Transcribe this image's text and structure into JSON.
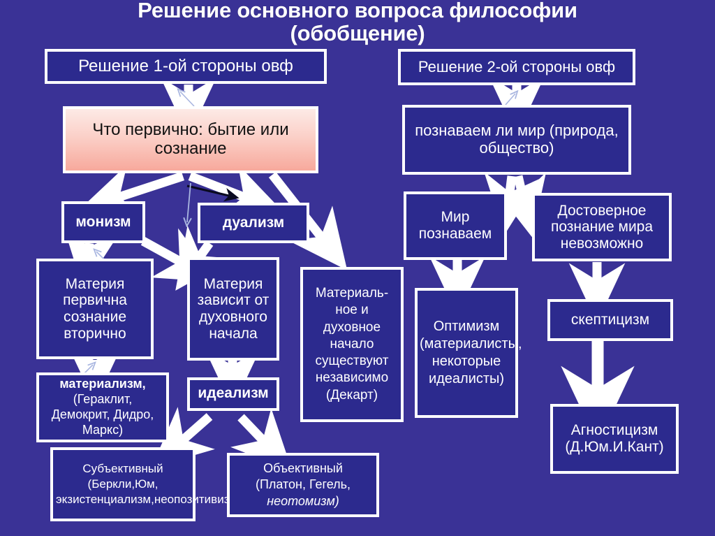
{
  "slide": {
    "background_color": "#3a3296",
    "box_fill_color": "#2c2a8e",
    "box_border_color": "#ffffff",
    "highlight_box_gradient": [
      "#fdeae6",
      "#f7a99c"
    ],
    "title_line1": "Решение основного вопроса философии",
    "title_line2": "(обобщение)"
  },
  "nodes": {
    "left_root": "Решение 1-ой стороны овф",
    "left_question": "Что первично: бытие или сознание",
    "monism": "монизм",
    "dualism": "дуализм",
    "matter_primary": "Материя первична сознание вторично",
    "matter_depends": "Материя зависит от духовного начала",
    "material_and_spiritual": "Материаль-ное и духовное начало существуют независимо (Декарт)",
    "materialism": "материализм,",
    "materialism_list": "(Гераклит, Демокрит, Дидро, Маркс)",
    "idealism": "идеализм",
    "subjective": "Субъективный (Беркли,Юм, экзистенциализм,неопозитивизм)",
    "objective_line1": "Объективный",
    "objective_line2": "(Платон, Гегель,",
    "objective_line3": "неотомизм)",
    "right_root": "Решение 2-ой стороны овф",
    "right_question": "познаваем ли мир (природа, общество)",
    "world_knowable": "Мир познаваем",
    "reliable_impossible": "Достоверное познание мира невозможно",
    "optimism": "Оптимизм (материалисты, некоторые идеалисты)",
    "skepticism": "скептицизм",
    "agnosticism": "Агностицизм (Д.Юм.И.Кант)"
  }
}
